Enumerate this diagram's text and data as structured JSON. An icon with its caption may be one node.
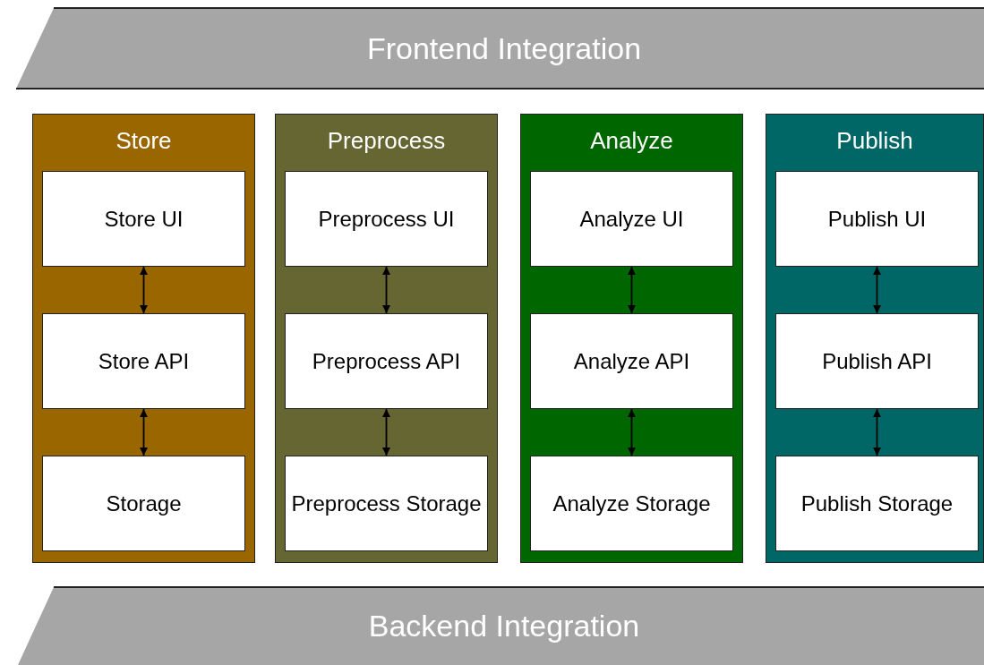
{
  "diagram": {
    "nodes": [
      {
        "text": [
          "Frontend Integration"
        ]
      },
      {
        "text": [
          "Store"
        ]
      },
      {
        "text": [
          "Store UI"
        ],
        "in": 1
      },
      {
        "text": [
          "Store API"
        ],
        "in": 1
      },
      {
        "text": [
          "Storage"
        ],
        "in": 1
      },
      {
        "text": [
          "Preprocess"
        ]
      },
      {
        "text": [
          "Preprocess UI"
        ],
        "in": 5
      },
      {
        "text": [
          "Preprocess API"
        ],
        "in": 5
      },
      {
        "text": [
          "Preprocess Storage"
        ],
        "in": 5
      },
      {
        "text": [
          "Analyze"
        ]
      },
      {
        "text": [
          "Analyze UI"
        ],
        "in": 9
      },
      {
        "text": [
          "Analyze API"
        ],
        "in": 9
      },
      {
        "text": [
          "Analyze Storage"
        ],
        "in": 9
      },
      {
        "text": [
          "Publish"
        ]
      },
      {
        "text": [
          "Publish UI"
        ],
        "in": 13
      },
      {
        "text": [
          "Publish API"
        ],
        "in": 13
      },
      {
        "text": [
          "Publish Storage"
        ],
        "in": 13
      },
      {
        "text": [
          "Backend Integration"
        ]
      }
    ],
    "edges": [
      {
        "from": 2,
        "to": 3,
        "arrow": "both"
      },
      {
        "from": 3,
        "to": 4,
        "arrow": "both"
      },
      {
        "from": 6,
        "to": 7,
        "arrow": "both"
      },
      {
        "from": 7,
        "to": 8,
        "arrow": "both"
      },
      {
        "from": 10,
        "to": 11,
        "arrow": "both"
      },
      {
        "from": 11,
        "to": 12,
        "arrow": "both"
      },
      {
        "from": 14,
        "to": 15,
        "arrow": "both"
      },
      {
        "from": 15,
        "to": 16,
        "arrow": "both"
      }
    ]
  }
}
